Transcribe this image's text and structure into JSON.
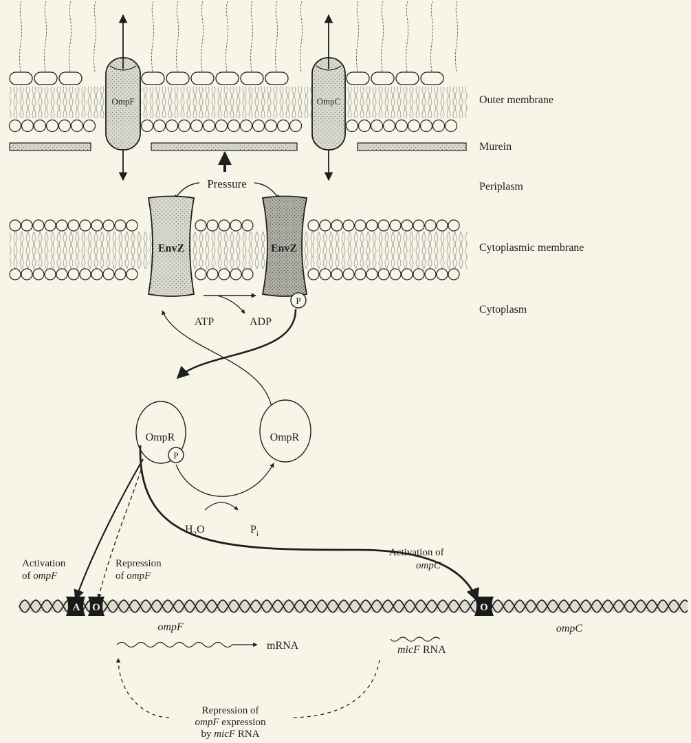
{
  "compartments": {
    "outer_membrane": "Outer membrane",
    "murein": "Murein",
    "periplasm": "Periplasm",
    "cytoplasmic_membrane": "Cytoplasmic membrane",
    "cytoplasm": "Cytoplasm"
  },
  "porins": {
    "ompf": "OmpF",
    "ompc": "OmpC"
  },
  "pressure": "Pressure",
  "envz": "EnvZ",
  "phospho": "P",
  "atp": "ATP",
  "adp": "ADP",
  "ompr": "OmpR",
  "h2o": {
    "main": "H",
    "sub": "2",
    "rest": "O"
  },
  "pi": {
    "main": "P",
    "sub": "i"
  },
  "activation_ompf": {
    "line1": "Activation",
    "line2_prefix": "of ",
    "line2_gene": "ompF"
  },
  "repression_ompf": {
    "line1": "Repression",
    "line2_prefix": "of ",
    "line2_gene": "ompF"
  },
  "activation_ompc": {
    "line1": "Activation of",
    "line2_gene": "ompC"
  },
  "dna_sites": {
    "activator": "A",
    "operator": "O"
  },
  "genes": {
    "ompf": "ompF",
    "ompc": "ompC"
  },
  "mrna": "mRNA",
  "micf_rna": {
    "gene": "micF",
    "suffix": " RNA"
  },
  "micf_repression": {
    "line1": "Repression of",
    "line2_gene": "ompF",
    "line2_suffix": " expression",
    "line3_prefix": "by ",
    "line3_gene": "micF",
    "line3_suffix": " RNA"
  },
  "colors": {
    "background": "#f6f5e7",
    "ink": "#1f1f1f",
    "protein_fill": "#cfcfc6",
    "protein_dark": "#a9a9a0",
    "dna_dark": "#1a1a1a"
  }
}
